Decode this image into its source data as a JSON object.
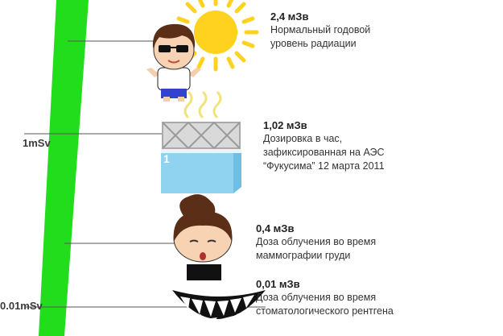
{
  "scale": {
    "tick_labels": [
      "1mSv",
      "0.01mSv"
    ],
    "bar_color": "#22dd1c"
  },
  "annotations": [
    {
      "dose": "2,4 мЗв",
      "description_lines": [
        "Нормальный годовой",
        "уровень радиации"
      ]
    },
    {
      "dose": "1,02 мЗв",
      "description_lines": [
        "Дозировка в час,",
        "зафиксированная на АЭС",
        "“Фукусима” 12 марта 2011"
      ]
    },
    {
      "dose": "0,4 мЗв",
      "description_lines": [
        "Доза облучения во время",
        "маммографии груди"
      ]
    },
    {
      "dose": "0,01 мЗв",
      "description_lines": [
        "Доза облучения во время",
        "стоматологического рентгена"
      ]
    }
  ],
  "illustrations": {
    "item_1": [
      "boy-with-sunglasses-icon",
      "sun-icon"
    ],
    "item_2": [
      "nuclear-plant-pool-icon"
    ],
    "item_3": [
      "woman-icon",
      "censor-bar"
    ],
    "item_4": [
      "smile-teeth-icon"
    ]
  },
  "colors": {
    "sun": "#ffd21f",
    "water": "#8fd3f0",
    "censor": "#111111"
  }
}
